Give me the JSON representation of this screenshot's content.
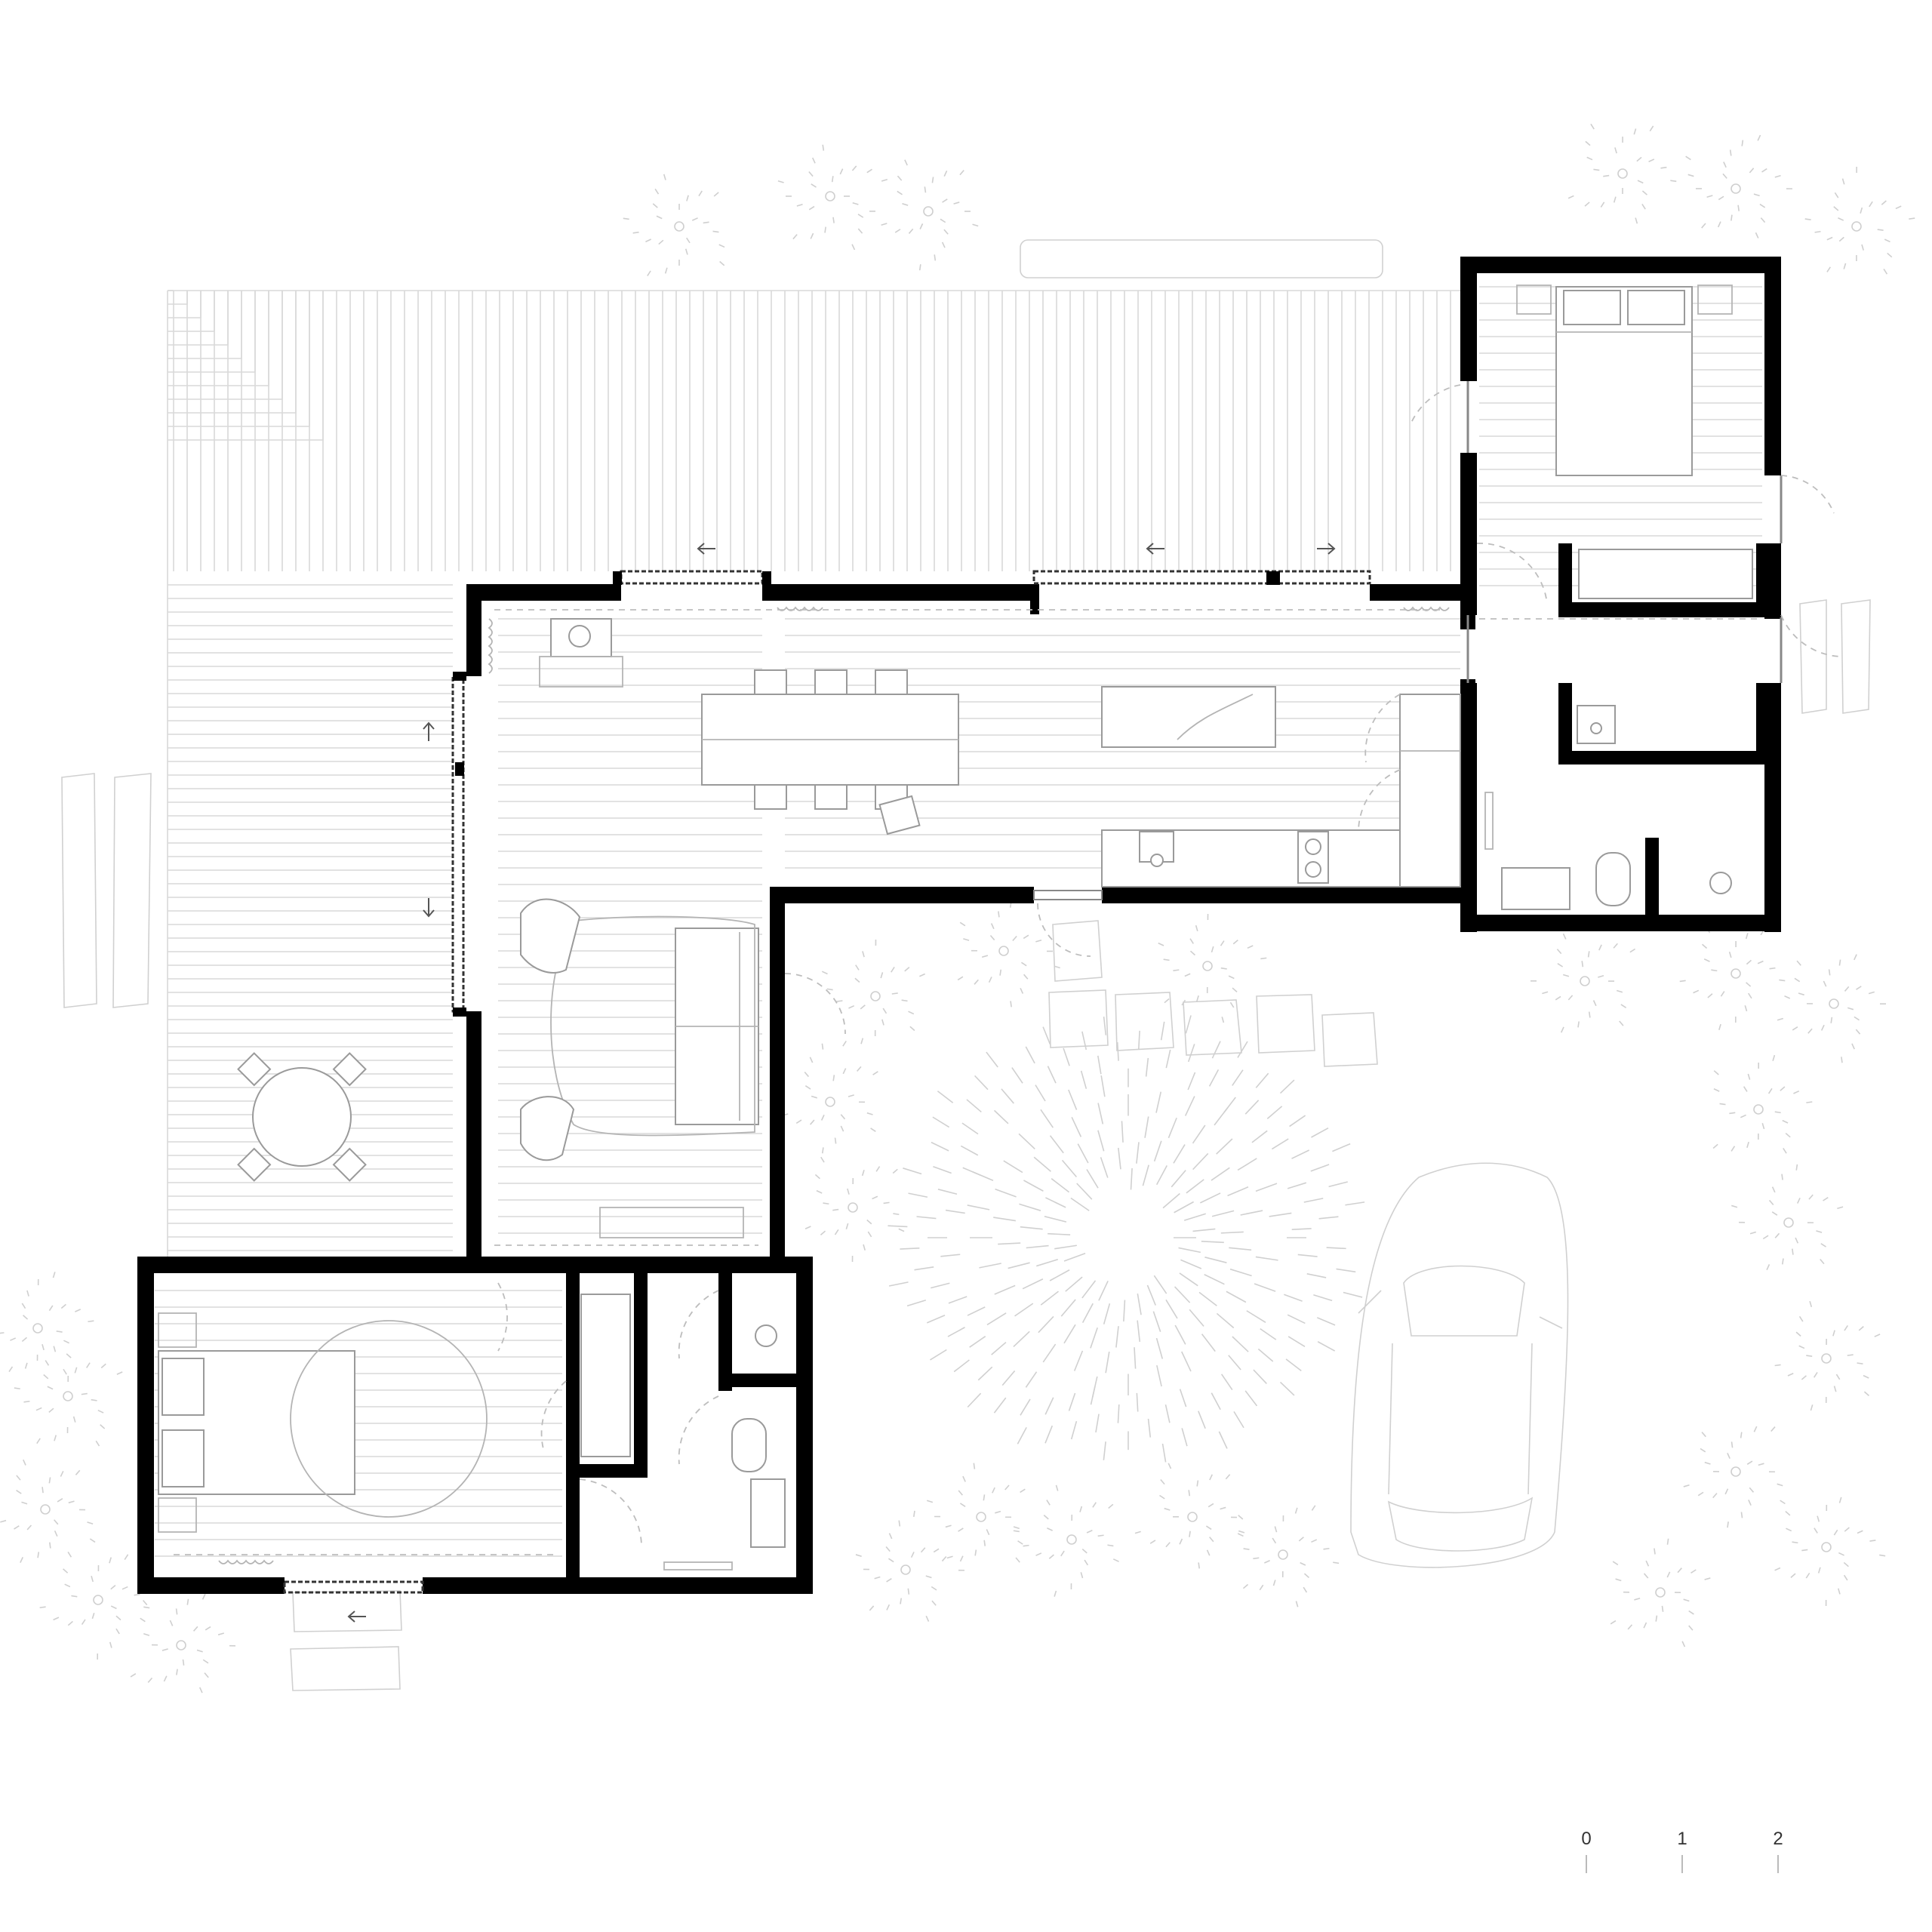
{
  "drawing": {
    "type": "architectural floor plan",
    "colors": {
      "walls": "#000000",
      "linework": "#9a9a9a",
      "deck": "#d9d9d9",
      "background": "#ffffff"
    }
  },
  "scale_bar": {
    "labels": [
      "0",
      "1",
      "2"
    ]
  },
  "icons": [
    "arrow-left-icon",
    "arrow-right-icon",
    "arrow-up-icon",
    "arrow-down-icon"
  ]
}
